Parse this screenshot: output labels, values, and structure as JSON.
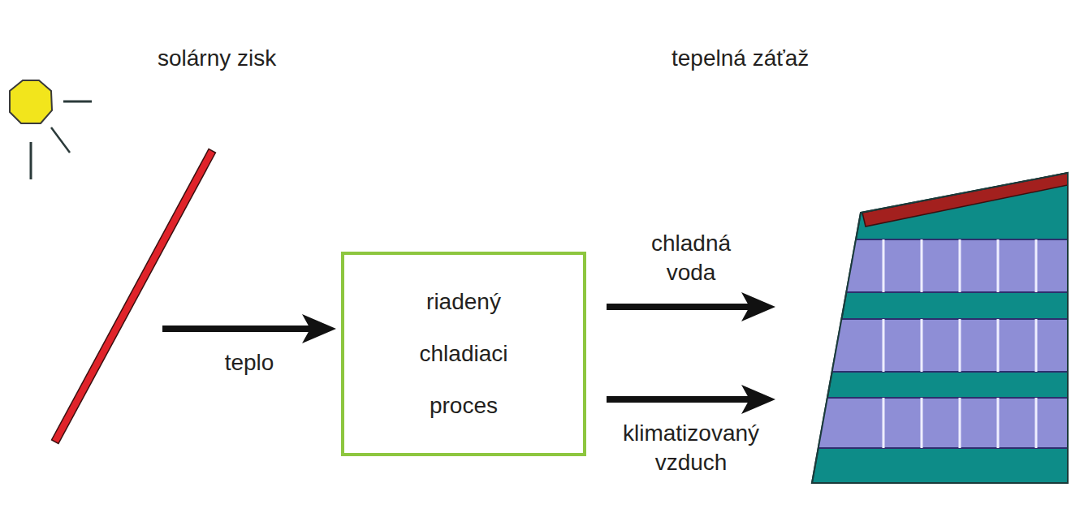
{
  "diagram": {
    "nodes": [
      {
        "text": [
          "solárny zisk"
        ]
      },
      {
        "text": [
          "riadený chladiaci proces"
        ]
      },
      {
        "text": [
          "tepelná záťaž"
        ]
      }
    ],
    "edges": [
      {
        "from": 0,
        "to": 1,
        "label": "teplo",
        "arrow": "to"
      },
      {
        "from": 1,
        "to": 2,
        "label": "chladná voda",
        "arrow": "to"
      },
      {
        "from": 1,
        "to": 2,
        "label": "klimatizovaný vzduch",
        "arrow": "to"
      }
    ]
  }
}
